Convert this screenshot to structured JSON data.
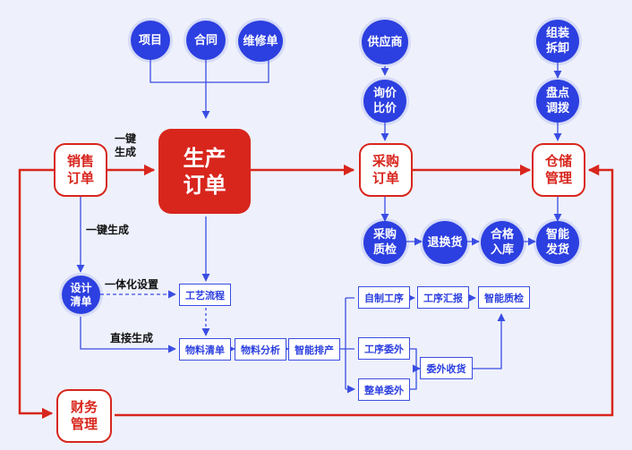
{
  "nodes": {
    "xiangmu": "项目",
    "hetong": "合同",
    "weixiudan": "维修单",
    "gongyingshang": "供应商",
    "xunjia": "询价\n比价",
    "zuzhuang": "组装\n拆卸",
    "pandian": "盘点\n调拨",
    "xiaoshou": "销售\n订单",
    "shengchan": "生产\n订单",
    "caigou": "采购\n订单",
    "cangchu": "仓储\n管理",
    "caigouzhijian": "采购\n质检",
    "tuihuanhuo": "退换货",
    "hege": "合格\n入库",
    "zhinengfahuo": "智能\n发货",
    "sheji": "设计\n清单",
    "gongyi": "工艺流程",
    "wuliaoqingdan": "物料清单",
    "wuliaofenxi": "物料分析",
    "paichan": "智能排产",
    "zizhi": "自制工序",
    "huibao": "工序汇报",
    "zhiliang": "智能质检",
    "gongxuweiwai": "工序委外",
    "weiwaishouhuo": "委外收货",
    "zhengdan": "整单委外",
    "caiwu": "财务\n管理"
  },
  "labels": {
    "yijian1": "一键\n生成",
    "yijian2": "一键生成",
    "yitihua": "一体化设置",
    "zhijie": "直接生成"
  },
  "colors": {
    "blue": "#2c3fe0",
    "red": "#d8261d",
    "background": "#eef1fb"
  }
}
